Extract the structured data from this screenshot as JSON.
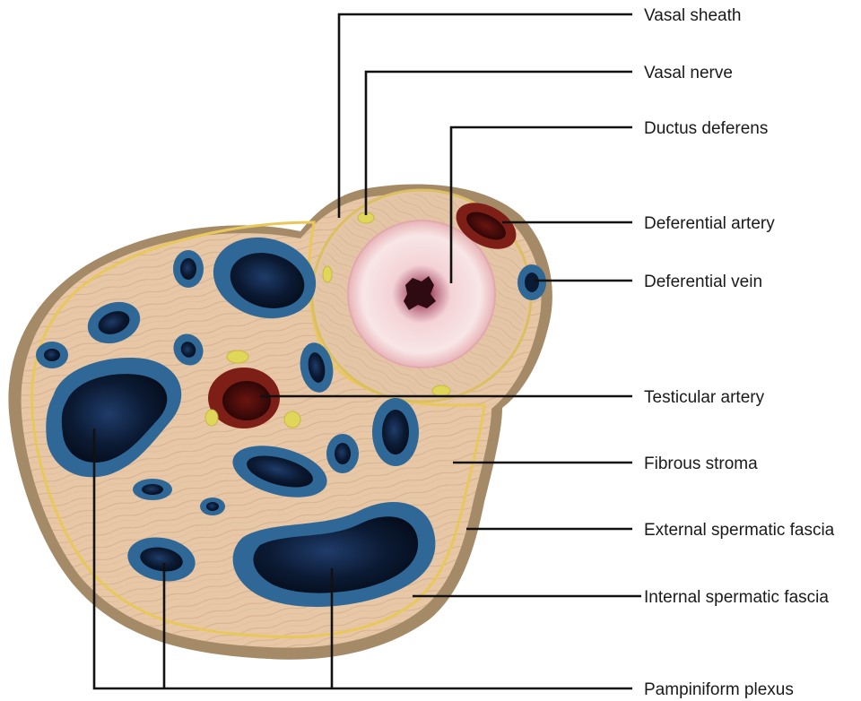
{
  "labels": {
    "vasal_sheath": "Vasal sheath",
    "vasal_nerve": "Vasal nerve",
    "ductus_deferens": "Ductus deferens",
    "deferential_artery": "Deferential artery",
    "deferential_vein": "Deferential vein",
    "testicular_artery": "Testicular artery",
    "fibrous_stroma": "Fibrous stroma",
    "external_spermatic_fascia": "External spermatic fascia",
    "internal_spermatic_fascia": "Internal spermatic fascia",
    "pampiniform_plexus": "Pampiniform plexus"
  },
  "colors": {
    "background": "#ffffff",
    "outer_fascia": "#a58a68",
    "inner_fascia": "#e8c85a",
    "stroma": "#e8c7a6",
    "stroma_fiber": "#c9a583",
    "vein_wall": "#2f6897",
    "vein_lumen": "#0b1a33",
    "artery_wall": "#7e1f17",
    "artery_lumen": "#2a0605",
    "duct_wall": "#f2c9cb",
    "duct_center": "#3a1018",
    "nerve": "#e0d65a",
    "leader_line": "#111111",
    "label_text": "#1a1a1a"
  }
}
